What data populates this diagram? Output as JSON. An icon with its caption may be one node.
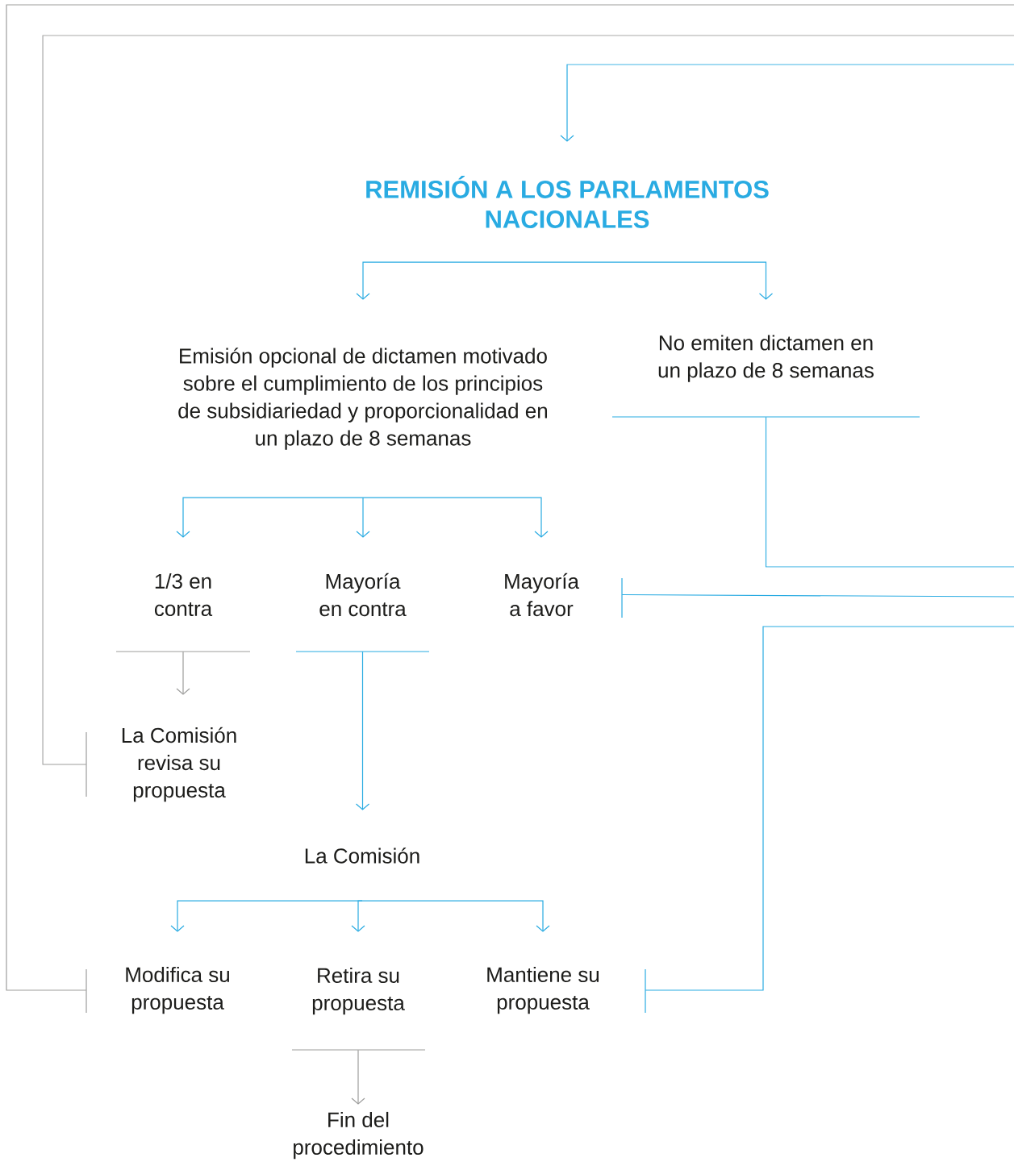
{
  "diagram": {
    "nodes": [
      {
        "text": [
          "REMISIÓN A LOS PARLAMENTOS NACIONALES"
        ]
      },
      {
        "text": [
          "Emisión opcional de dictamen motivado sobre el cumplimiento de los principios de subsidiariedad y proporcionalidad en un plazo de 8 semanas"
        ]
      },
      {
        "text": [
          "No emiten dictamen en un plazo de 8 semanas"
        ]
      },
      {
        "text": [
          "1/3 en contra"
        ]
      },
      {
        "text": [
          "Mayoría en contra"
        ]
      },
      {
        "text": [
          "Mayoría a favor"
        ]
      },
      {
        "text": [
          "La Comisión revisa su propuesta"
        ]
      },
      {
        "text": [
          "La Comisión"
        ]
      },
      {
        "text": [
          "Modifica su propuesta"
        ]
      },
      {
        "text": [
          "Retira su propuesta"
        ]
      },
      {
        "text": [
          "Mantiene su propuesta"
        ]
      },
      {
        "text": [
          "Fin del procedimiento"
        ]
      }
    ],
    "edges": [
      {
        "from": null,
        "to": 0,
        "arrow": "to"
      },
      {
        "from": 0,
        "to": 1,
        "arrow": "to"
      },
      {
        "from": 0,
        "to": 2,
        "arrow": "to"
      },
      {
        "from": 1,
        "to": 3,
        "arrow": "to"
      },
      {
        "from": 1,
        "to": 4,
        "arrow": "to"
      },
      {
        "from": 1,
        "to": 5,
        "arrow": "to"
      },
      {
        "from": 2,
        "to": null,
        "arrow": "none"
      },
      {
        "from": 5,
        "to": null,
        "arrow": "none"
      },
      {
        "from": 10,
        "to": null,
        "arrow": "none"
      },
      {
        "from": 3,
        "to": 6,
        "arrow": "to",
        "color": "#9d9d9c"
      },
      {
        "from": 4,
        "to": 7,
        "arrow": "to"
      },
      {
        "from": 6,
        "to": null,
        "arrow": "none",
        "color": "#9d9d9c"
      },
      {
        "from": 7,
        "to": 8,
        "arrow": "to"
      },
      {
        "from": 7,
        "to": 9,
        "arrow": "to"
      },
      {
        "from": 7,
        "to": 10,
        "arrow": "to"
      },
      {
        "from": 8,
        "to": null,
        "arrow": "none",
        "color": "#9d9d9c"
      },
      {
        "from": 9,
        "to": 11,
        "arrow": "to",
        "color": "#9d9d9c"
      }
    ]
  }
}
